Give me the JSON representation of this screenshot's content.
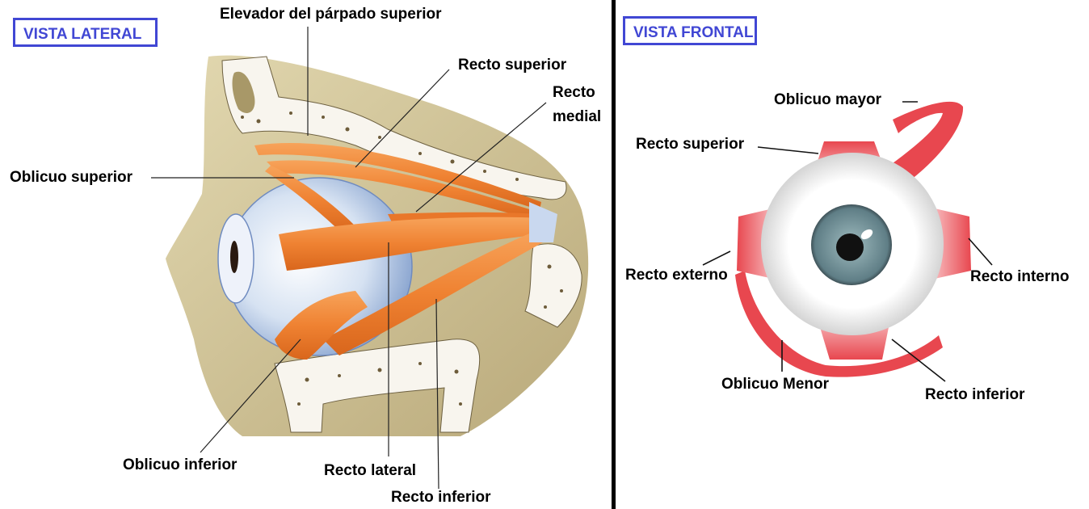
{
  "lateral": {
    "title": "VISTA LATERAL",
    "labels": {
      "elevador": "Elevador del párpado superior",
      "recto_superior": "Recto superior",
      "recto_medial_1": "Recto",
      "recto_medial_2": "medial",
      "oblicuo_superior": "Oblicuo superior",
      "oblicuo_inferior": "Oblicuo inferior",
      "recto_lateral": "Recto lateral",
      "recto_inferior": "Recto inferior"
    }
  },
  "frontal": {
    "title": "VISTA FRONTAL",
    "labels": {
      "oblicuo_mayor": "Oblicuo mayor",
      "recto_superior": "Recto superior",
      "recto_externo": "Recto externo",
      "recto_interno": "Recto interno",
      "oblicuo_menor": "Oblicuo Menor",
      "recto_inferior": "Recto inferior"
    }
  },
  "colors": {
    "box_border": "#4147d4",
    "muscle_lateral": "#f08a3c",
    "muscle_frontal": "#e8474f",
    "bone": "#d7cba0",
    "iris": "#6f8e96"
  }
}
